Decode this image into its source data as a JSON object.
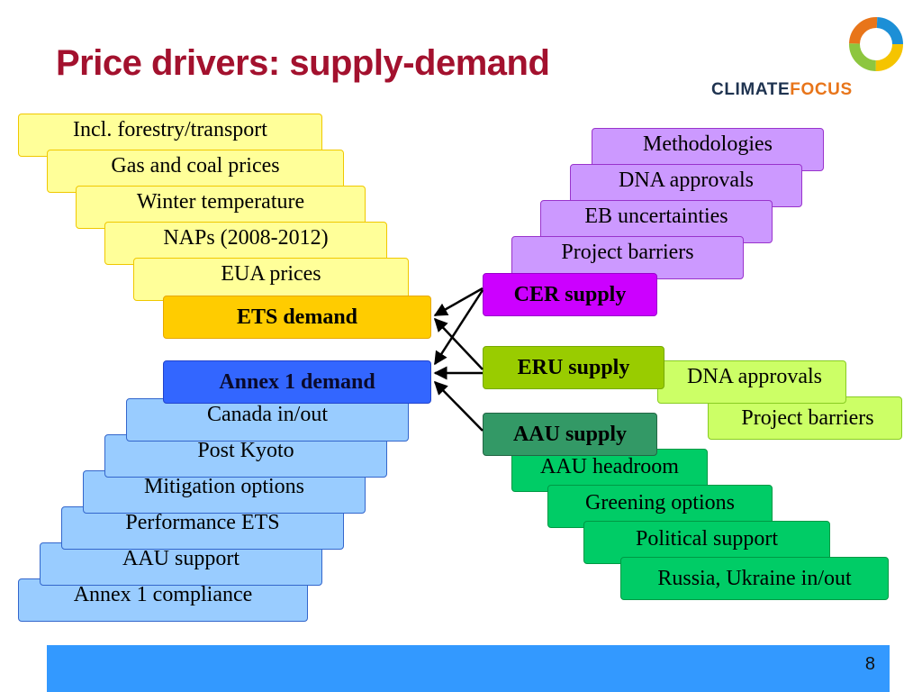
{
  "title": "Price drivers: supply-demand",
  "brand": {
    "part1": "CLIMATE",
    "part2": "FOCUS",
    "logo_icon": "ring-logo-icon"
  },
  "ets_drivers": [
    "Incl. forestry/transport",
    "Gas and coal prices",
    "Winter temperature",
    "NAPs (2008-2012)",
    "EUA prices"
  ],
  "ets_demand": "ETS demand",
  "annex_demand": "Annex 1 demand",
  "annex_drivers": [
    "Canada in/out",
    "Post Kyoto",
    "Mitigation options",
    "Performance ETS",
    "AAU support",
    "Annex 1 compliance"
  ],
  "cer_drivers": [
    "Methodologies",
    "DNA approvals",
    "EB uncertainties",
    "Project barriers"
  ],
  "cer_supply": "CER supply",
  "eru_supply": "ERU supply",
  "eru_drivers": [
    "DNA approvals",
    "Project barriers"
  ],
  "aau_supply": "AAU supply",
  "aau_drivers": [
    "AAU headroom",
    "Greening options",
    "Political support",
    "Russia, Ukraine in/out"
  ],
  "colors": {
    "title": "#a3112e",
    "ets": "#ffcc00",
    "annex": "#3366ff",
    "cer": "#cc00ff",
    "eru": "#99cc00",
    "aau": "#339966",
    "footer": "#3399ff"
  },
  "page_number": "8"
}
